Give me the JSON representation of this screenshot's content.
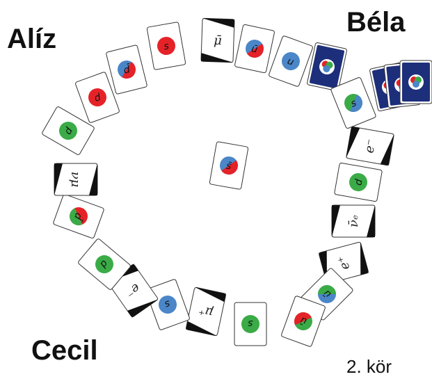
{
  "players": {
    "aliz": "Alíz",
    "bela": "Béla",
    "cecil": "Cecil"
  },
  "round_label": "2. kör",
  "colors": {
    "green": "#3aab47",
    "red": "#e52228",
    "blue": "#4a86c8",
    "card_back": "#1d2f7a",
    "card_border": "#333333",
    "lepton_band": "#111111"
  },
  "center_card": {
    "kind": "quark",
    "label": "s̄",
    "colors": [
      "blue",
      "red"
    ]
  },
  "ring_cards": [
    {
      "kind": "lepton",
      "label": "μ̄"
    },
    {
      "kind": "quark",
      "label": "ū",
      "colors": [
        "blue",
        "red"
      ]
    },
    {
      "kind": "quark",
      "label": "u",
      "colors": [
        "blue"
      ]
    },
    {
      "kind": "back"
    },
    {
      "kind": "quark",
      "label": "s",
      "colors": [
        "green",
        "blue"
      ]
    },
    {
      "kind": "lepton",
      "label": "e⁻"
    },
    {
      "kind": "quark",
      "label": "d",
      "colors": [
        "green"
      ]
    },
    {
      "kind": "lepton",
      "label": "ν̄ₑ"
    },
    {
      "kind": "lepton",
      "label": "e⁺"
    },
    {
      "kind": "quark",
      "label": "ū",
      "colors": [
        "blue",
        "green"
      ]
    },
    {
      "kind": "quark",
      "label": "ū",
      "colors": [
        "green",
        "red"
      ]
    },
    {
      "kind": "quark",
      "label": "s",
      "colors": [
        "green"
      ]
    },
    {
      "kind": "lepton",
      "label": "μ⁺"
    },
    {
      "kind": "quark",
      "label": "s",
      "colors": [
        "blue"
      ]
    },
    {
      "kind": "lepton",
      "label": "e⁻"
    },
    {
      "kind": "quark",
      "label": "d",
      "colors": [
        "green"
      ]
    },
    {
      "kind": "quark",
      "label": "d̄",
      "colors": [
        "red",
        "green"
      ]
    },
    {
      "kind": "lepton",
      "label": "νμ"
    },
    {
      "kind": "quark",
      "label": "d",
      "colors": [
        "green"
      ]
    },
    {
      "kind": "quark",
      "label": "d",
      "colors": [
        "red"
      ]
    },
    {
      "kind": "quark",
      "label": "d̄",
      "colors": [
        "blue",
        "red"
      ]
    },
    {
      "kind": "quark",
      "label": "s",
      "colors": [
        "red"
      ]
    }
  ],
  "bela_hand": [
    {
      "kind": "back"
    },
    {
      "kind": "back"
    },
    {
      "kind": "back"
    }
  ]
}
